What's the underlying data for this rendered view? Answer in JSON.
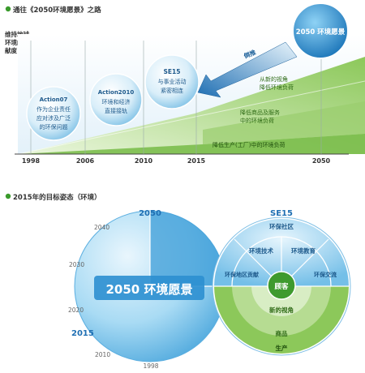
{
  "section1": {
    "title": "通往《2050环境愿景》之路",
    "y_axis_label": [
      "维持地球",
      "环境的贡",
      "献度"
    ],
    "years": [
      "1998",
      "2006",
      "2010",
      "2015",
      "2050"
    ],
    "vision_circle": "2050 环境愿景",
    "backcast_label": "倒推",
    "bubbles": {
      "action07": [
        "Action07",
        "作为企业责任",
        "应对涉及广泛",
        "的环保问题"
      ],
      "action2010": [
        "Action2010",
        "环境和经济",
        "直接接轨"
      ],
      "se15": [
        "SE15",
        "与事业活动",
        "紧密相连"
      ]
    },
    "bands": {
      "top": [
        "从新的视角",
        "降低环境负荷"
      ],
      "middle": [
        "降低商品及服务",
        "中的环境负荷"
      ],
      "bottom": "降低生产(工厂)中的环境负荷"
    }
  },
  "section2": {
    "title": "2015年的目标姿态（环境）",
    "left_top_label": "2050",
    "left_years": [
      "2040",
      "2030",
      "2020",
      "2015",
      "2010",
      "1998"
    ],
    "big_circle_label": "2050 环境愿景",
    "right_top_label": "SE15",
    "right_circle": {
      "community": "环保社区",
      "tech": "环境技术",
      "edu": "环境教育",
      "local": "环保地区贡献",
      "exchange": "环保交流",
      "center": "顾客",
      "new_view": "新的视角",
      "products": "商品",
      "production": "生产"
    }
  },
  "colors": {
    "bullet": "#3a9a2c",
    "blue_dark": "#1f7fc2",
    "blue_light": "#bfe3f6",
    "green": "#5fae3c",
    "green_light": "#c8e6b0"
  }
}
